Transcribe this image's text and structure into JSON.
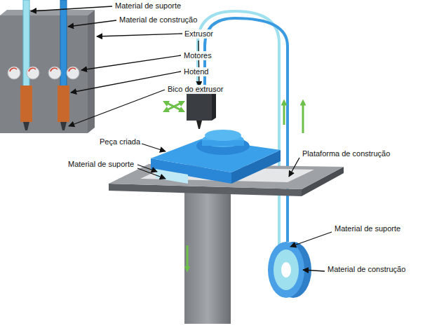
{
  "diagram": {
    "labels": [
      "Material de suporte",
      "Material de construção",
      "Extrusor",
      "Motores",
      "Hotend",
      "Bico do extrusor",
      "Peça criada",
      "Material de suporte",
      "Plataforma de construção",
      "Material de suporte",
      "Material de construção"
    ]
  }
}
